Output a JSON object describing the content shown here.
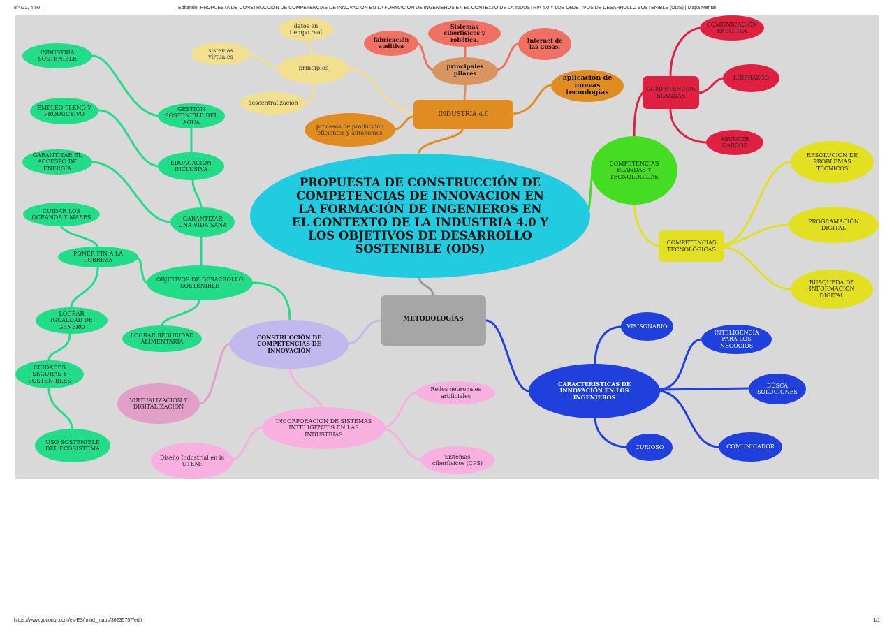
{
  "print": {
    "date": "8/4/22, 4:50",
    "title": "Editando: PROPUESTA DE CONSTRUCCIÓN DE COMPETENCIAS DE INNOVACION EN LA FORMACIÓN DE INGENIEROS EN EL CONTEXTO DE LA INDUSTRIA 4.0 Y LOS OBJETIVOS DE DESARROLLO SOSTENIBLE (ODS) | Mapa Mental",
    "url": "https://www.goconqr.com/es-ES/mind_maps/36235757/edit",
    "page": "1/1"
  },
  "colors": {
    "canvas": "#d9d9d9",
    "central": "#22cce0",
    "ods_green": "#22dd88",
    "industria_orange": "#e08c20",
    "principios_yellow": "#f2e08e",
    "pilares_tan": "#d99560",
    "pilares_leaf": "#f07063",
    "blandas_red": "#e02040",
    "tec_green": "#44dd22",
    "tec_yellow": "#e2e020",
    "metodo_gray": "#a6a6a6",
    "construccion_lavender": "#c1b8ee",
    "pink": "#f8b0e0",
    "virtual_pink": "#e0a0c8",
    "blue": "#2040dd"
  },
  "nodes": {
    "central": "PROPUESTA DE CONSTRUCCIÓN DE\nCOMPETENCIAS DE INNOVACION EN\nLA FORMACIÓN DE INGENIEROS EN\nEL CONTEXTO DE LA INDUSTRIA 4.0 Y\nLOS OBJETIVOS DE DESARROLLO\nSOSTENIBLE (ODS)",
    "industria40": "INDUSTRIA 4.0",
    "principios": "principios",
    "datos_tiempo_real": "datos en\ntiempo real",
    "sistemas_virtuales": "sistemas\nvirtuales",
    "descentralizacion": "descentralización",
    "procesos_produccion": "procesos de producción\neficientes y autónomos",
    "principales_pilares": "principales\npilares",
    "fabricacion_auditiva": "fabricación\nauditiva",
    "sistemas_ciberfisicos_robotica": "Sistemas\nciberfísicos y\nrobótica.",
    "internet_cosas": "Internet de\nlas Cosas.",
    "aplicacion_tecnologias": "aplicación de\nnuevas\ntecnologías",
    "competencias_blandas_tec": "COMPETENCIAS\nBLANDAS Y\nTECNOLÓGICAS",
    "competencias_blandas": "COMPETENCIAS\nBLANDAS",
    "comunicacion_efectiva": "COMUNICACIÓN\nEFECTIVA",
    "liderazgo": "LIDERAZGO",
    "asumir_cargos": "ASUMIER\nCARGOS",
    "competencias_tecnologicas": "COMPETENCIAS\nTECNOLÓGICAS",
    "resolucion_problemas": "RESOLUCIÓN DE\nPROBLEMAS\nTÉCNICOS",
    "programacion_digital": "PROGRAMACIÓN\nDIGITAL",
    "busqueda_informacion": "BUSQUEDA DE\nINFORMACION\nDIGITAL",
    "metodologias": "METODOLOGÍAS",
    "caracteristicas": "CARACTERÍSTICAS DE\nINNOVACIÓN EN LOS\nINGENIEROS",
    "visisonario": "VISISONARIO",
    "inteligencia_negocios": "INTELIGENCIA\nPARA LOS\nNEGOCIOS",
    "busca_soluciones": "BÚSCA\nSOLUCIONES",
    "curioso": "CURIOSO",
    "comunicador": "COMUNICADOR",
    "construccion_competencias": "CONSTRUCCIÓN DE\nCOMPETENCIAS DE\nINNOVACIÓN",
    "virtualizacion": "VIRTUALIZACIÓN Y\nDIGITALIZACIÓN",
    "incorporacion_sistemas": "INCORPORACIÓN DE SISTEMAS\nINTELIGENTES EN LAS\nINDUSTRIAS",
    "redes_neuronales": "Redes neuronales\nartificiales",
    "sistemas_cps": "Sistemas\nciberfísicos (CPS)",
    "diseno_industrial": "Diseño Industrial en la\nUTEM:",
    "objetivos_ds": "OBJETIVOS DE DESARROLLO\nSOSTENIBLE",
    "garantizar_vida_sana": "GARANTIZAR\nUNA VIDA SANA",
    "educacion_inclusiva": "EDUACACIÓN\nINCLUSIVA",
    "gestion_agua": "GESTIÓN\nSOSTENIBLE DEL\nAGUA",
    "industria_sostenible": "INDUSTRIA\nSOSTENIBLE",
    "empleo_pleno": "EMPLEO PLENO Y\nPRODUCTIVO",
    "garantizar_energia": "GARANTIZAR EL\nACCESPO DE\nENERGÍA",
    "cuidar_oceanos": "CUIDAR LOS\nOCÉANOS Y MARES",
    "poner_fin_pobreza": "PONER FIN A LA\nPOBREZA",
    "igualdad_genero": "LOGRAR\nIGUALDAD DE\nGENERO",
    "ciudades_seguras": "CIUDADES\nSEGURAS Y\nSOSTENIBLES",
    "uso_ecosistema": "USO SOSTENIBLE\nDEL ECOSISTEMA",
    "seguridad_alimentaria": "LOGRAR SEGURIDAD\nALIMENTARIA"
  }
}
